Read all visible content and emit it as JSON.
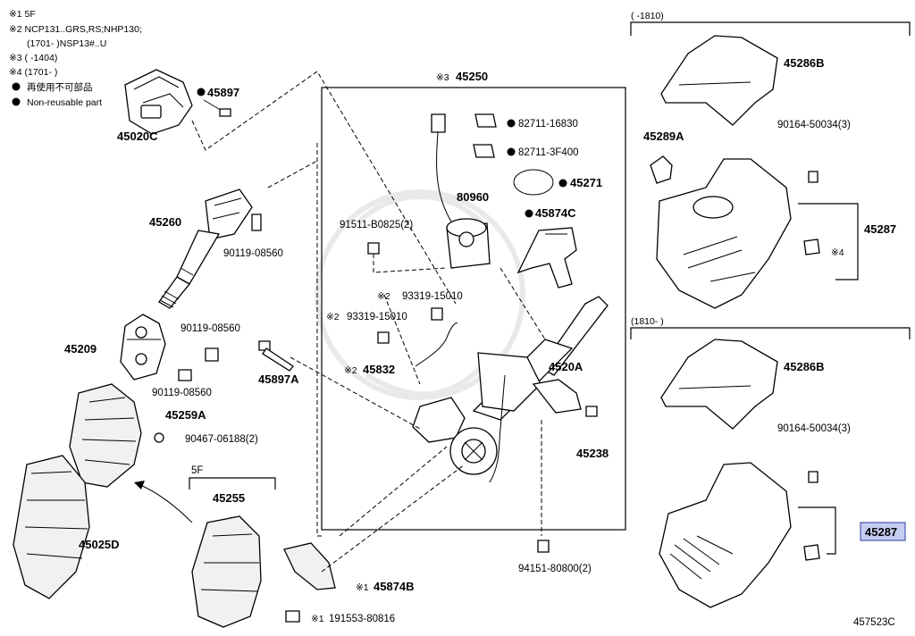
{
  "notes": {
    "n1": "※1 5F",
    "n2a": "※2 NCP131..GRS,RS;NHP130;",
    "n2b": "(1701-      )NSP13#..U",
    "n3": "※3 (      -1404)",
    "n4": "※4 (1701-      )",
    "legend_jp": "再使用不可部品",
    "legend_en": "Non-reusable part"
  },
  "section_labels": {
    "upper_range": "(      -1810)",
    "lower_range": "(1810-      )",
    "fivef": "5F"
  },
  "parts": {
    "p45020C": "45020C",
    "p45897": "45897",
    "p45260": "45260",
    "p90119_a": "90119-08560",
    "p45209": "45209",
    "p90119_b": "90119-08560",
    "p90119_c": "90119-08560",
    "p45897A": "45897A",
    "p45259A": "45259A",
    "p90467": "90467-06188(2)",
    "p45025D": "45025D",
    "p45255": "45255",
    "p45250": "45250",
    "p45250_prefix": "※3",
    "p82711_16830": "82711-16830",
    "p82711_3F400": "82711-3F400",
    "p45271": "45271",
    "p80960": "80960",
    "p91511": "91511-B0825(2)",
    "p45874C": "45874C",
    "p93319_a": "93319-15010",
    "p93319_b": "93319-15010",
    "p45832": "45832",
    "p4520A": "4520A",
    "p45238": "45238",
    "p94151": "94151-80800(2)",
    "p45874B": "45874B",
    "p91553": "191553-80816",
    "p45286B_a": "45286B",
    "p45289A": "45289A",
    "p90164_a": "90164-50034(3)",
    "p45287_a": "45287",
    "p45286B_b": "45286B",
    "p90164_b": "90164-50034(3)",
    "p45287_b": "45287",
    "note4_ref": "※4",
    "note2_ref": "※2",
    "note1_ref": "※1"
  },
  "figure_id": "457523C",
  "colors": {
    "highlight": "#c5cdf2",
    "highlight_border": "#2a3a9a"
  }
}
